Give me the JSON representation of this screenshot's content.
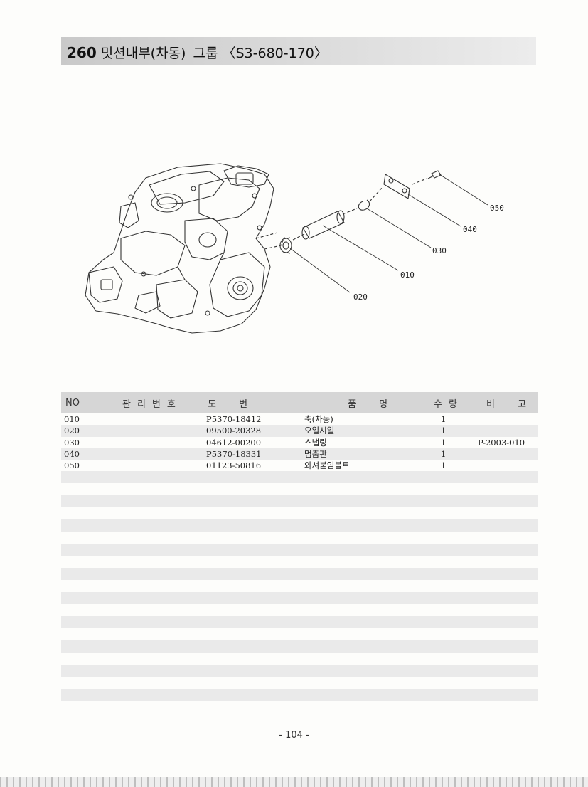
{
  "header": {
    "number": "260",
    "title": "밋션내부(차동)",
    "group": "그룹",
    "code": "〈S3-680-170〉"
  },
  "diagram": {
    "callouts": [
      "050",
      "040",
      "030",
      "010",
      "020"
    ]
  },
  "table": {
    "headers": {
      "no": "NO",
      "mgmt": "관리번호",
      "drawing": "도 번",
      "name": "품 명",
      "qty": "수량",
      "remark": "비 고"
    },
    "rows": [
      {
        "no": "010",
        "mgmt": "",
        "drawing": "P5370-18412",
        "name": "축(차동)",
        "qty": "1",
        "remark": ""
      },
      {
        "no": "020",
        "mgmt": "",
        "drawing": "09500-20328",
        "name": "오일시일",
        "qty": "1",
        "remark": ""
      },
      {
        "no": "030",
        "mgmt": "",
        "drawing": "04612-00200",
        "name": "스냅링",
        "qty": "1",
        "remark": "P-2003-010"
      },
      {
        "no": "040",
        "mgmt": "",
        "drawing": "P5370-18331",
        "name": "멈춤판",
        "qty": "1",
        "remark": ""
      },
      {
        "no": "050",
        "mgmt": "",
        "drawing": "01123-50816",
        "name": "와셔붙임볼트",
        "qty": "1",
        "remark": ""
      }
    ]
  },
  "footer": {
    "page": "- 104 -"
  }
}
